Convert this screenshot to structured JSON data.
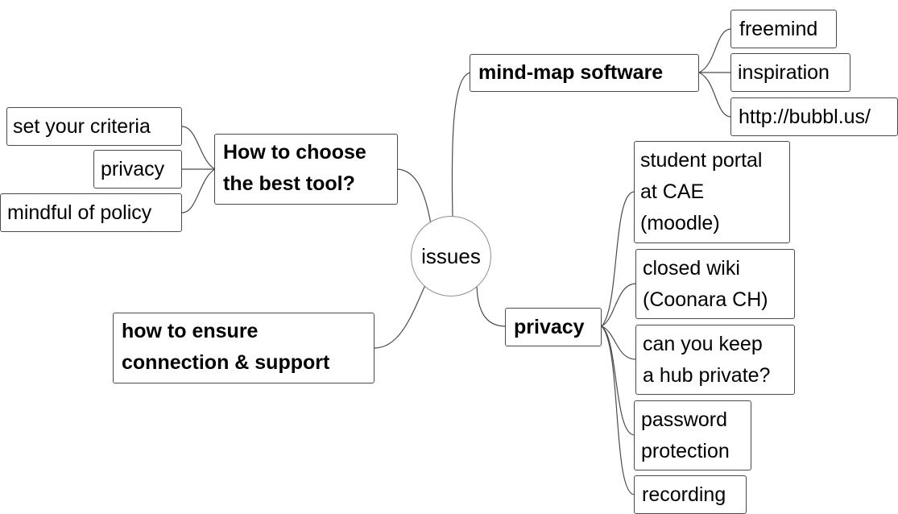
{
  "center": {
    "label": "issues"
  },
  "branches": {
    "software": {
      "label": "mind-map software",
      "children": [
        "freemind",
        "inspiration",
        "http://bubbl.us/"
      ]
    },
    "choose": {
      "lines": [
        "How to choose",
        "the best tool?"
      ],
      "children": [
        "set your criteria",
        "privacy",
        "mindful of policy"
      ]
    },
    "ensure": {
      "lines": [
        "how to ensure",
        "connection & support"
      ]
    },
    "privacy": {
      "label": "privacy",
      "children": [
        {
          "lines": [
            "student portal",
            "at CAE",
            "(moodle)"
          ]
        },
        {
          "lines": [
            "closed wiki",
            "(Coonara CH)"
          ]
        },
        {
          "lines": [
            "can you keep",
            "a hub private?"
          ]
        },
        {
          "lines": [
            "password",
            "protection"
          ]
        },
        {
          "lines": [
            "recording"
          ]
        }
      ]
    }
  },
  "colors": {
    "border": "#4a4a4a",
    "connector": "#4a4a4a",
    "center_border": "#8f8f8f",
    "background": "#ffffff"
  }
}
